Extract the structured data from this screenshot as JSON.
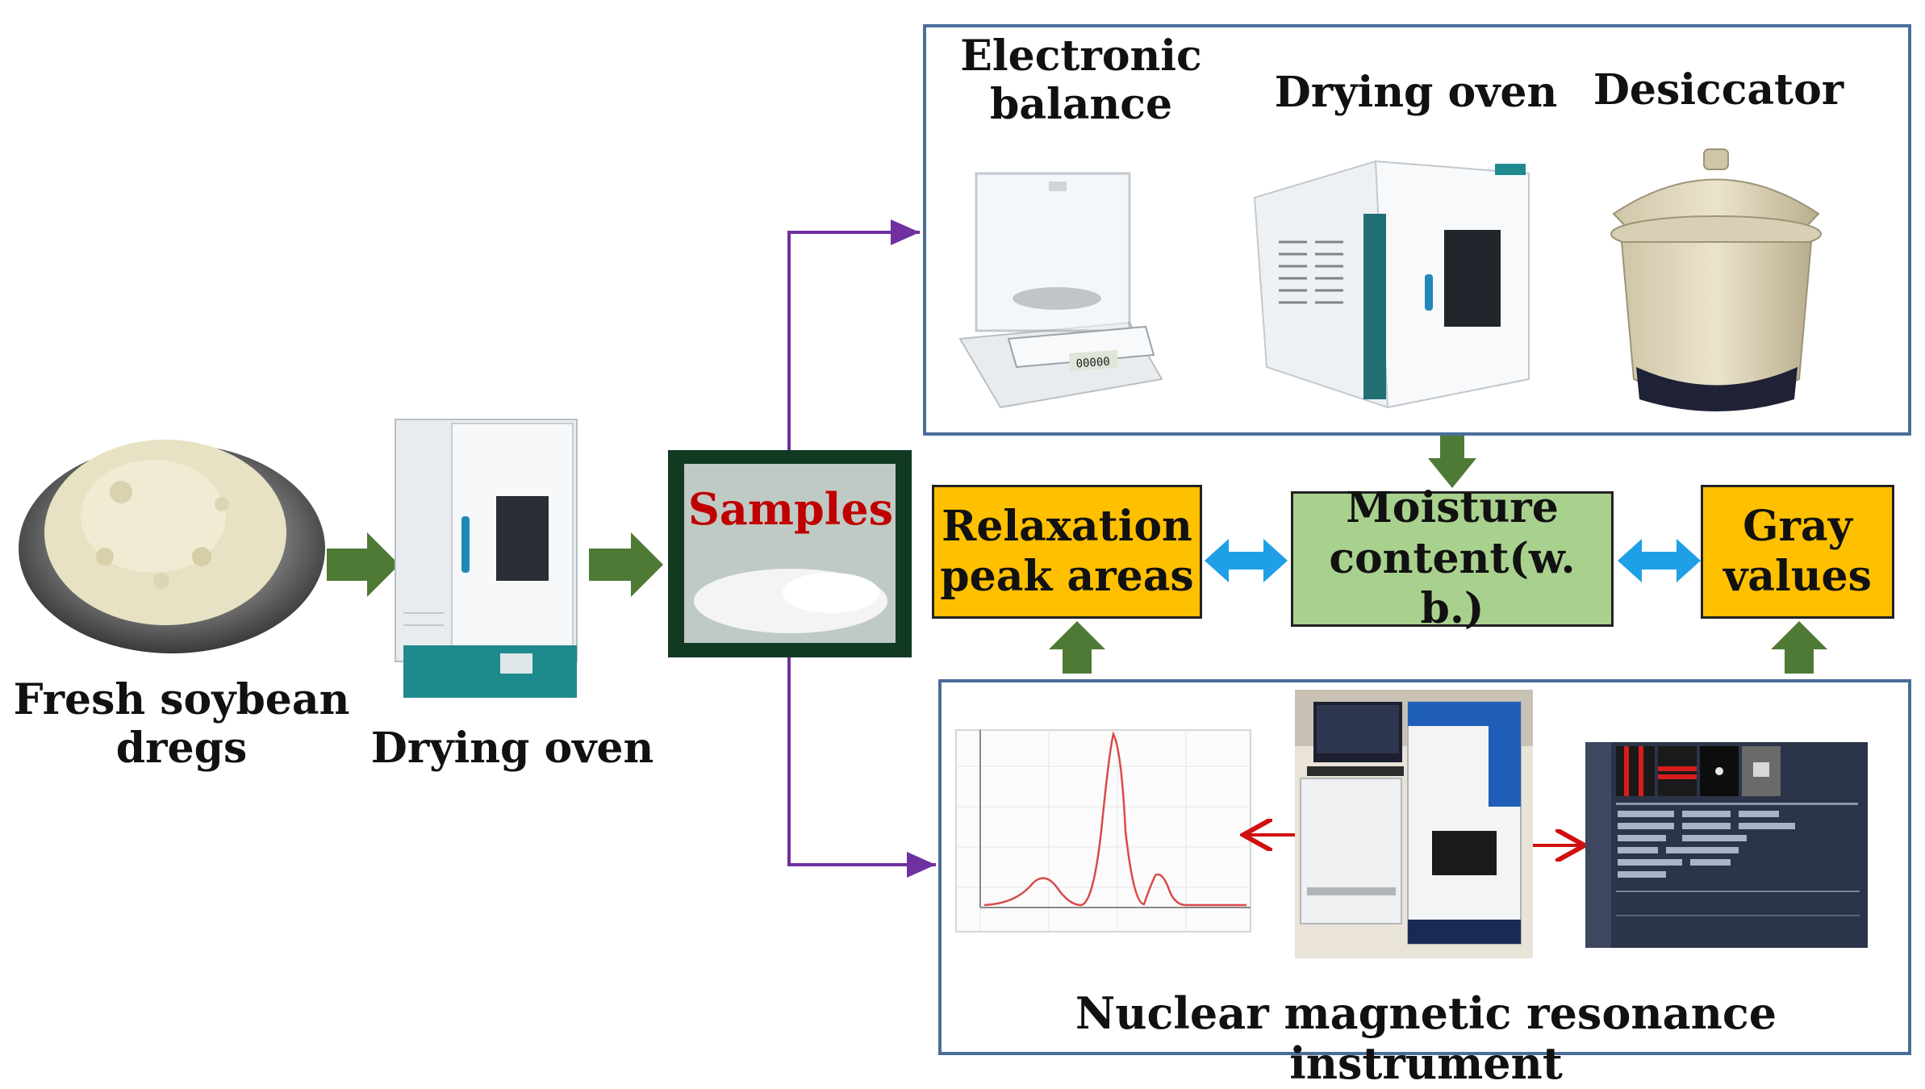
{
  "labels": {
    "fresh_soybean": "Fresh soybean\ndregs",
    "drying_oven_left": "Drying oven",
    "samples": "Samples",
    "electronic_balance": "Electronic\nbalance",
    "drying_oven_top": "Drying oven",
    "desiccator": "Desiccator",
    "nmr_instrument": "Nuclear magnetic resonance instrument"
  },
  "boxes": {
    "relaxation": "Relaxation\npeak areas",
    "moisture": "Moisture\ncontent(w. b.)",
    "gray": "Gray\nvalues"
  },
  "balance_display": "00000",
  "colors": {
    "frame": "#4a6e9a",
    "orange": "#ffc000",
    "green_box": "#a9d18e",
    "arrow_green": "#4e7a35",
    "arrow_blue": "#1fa0e6",
    "arrow_purple": "#7030a0",
    "arrow_red": "#d01010",
    "samples_text": "#c00000"
  }
}
